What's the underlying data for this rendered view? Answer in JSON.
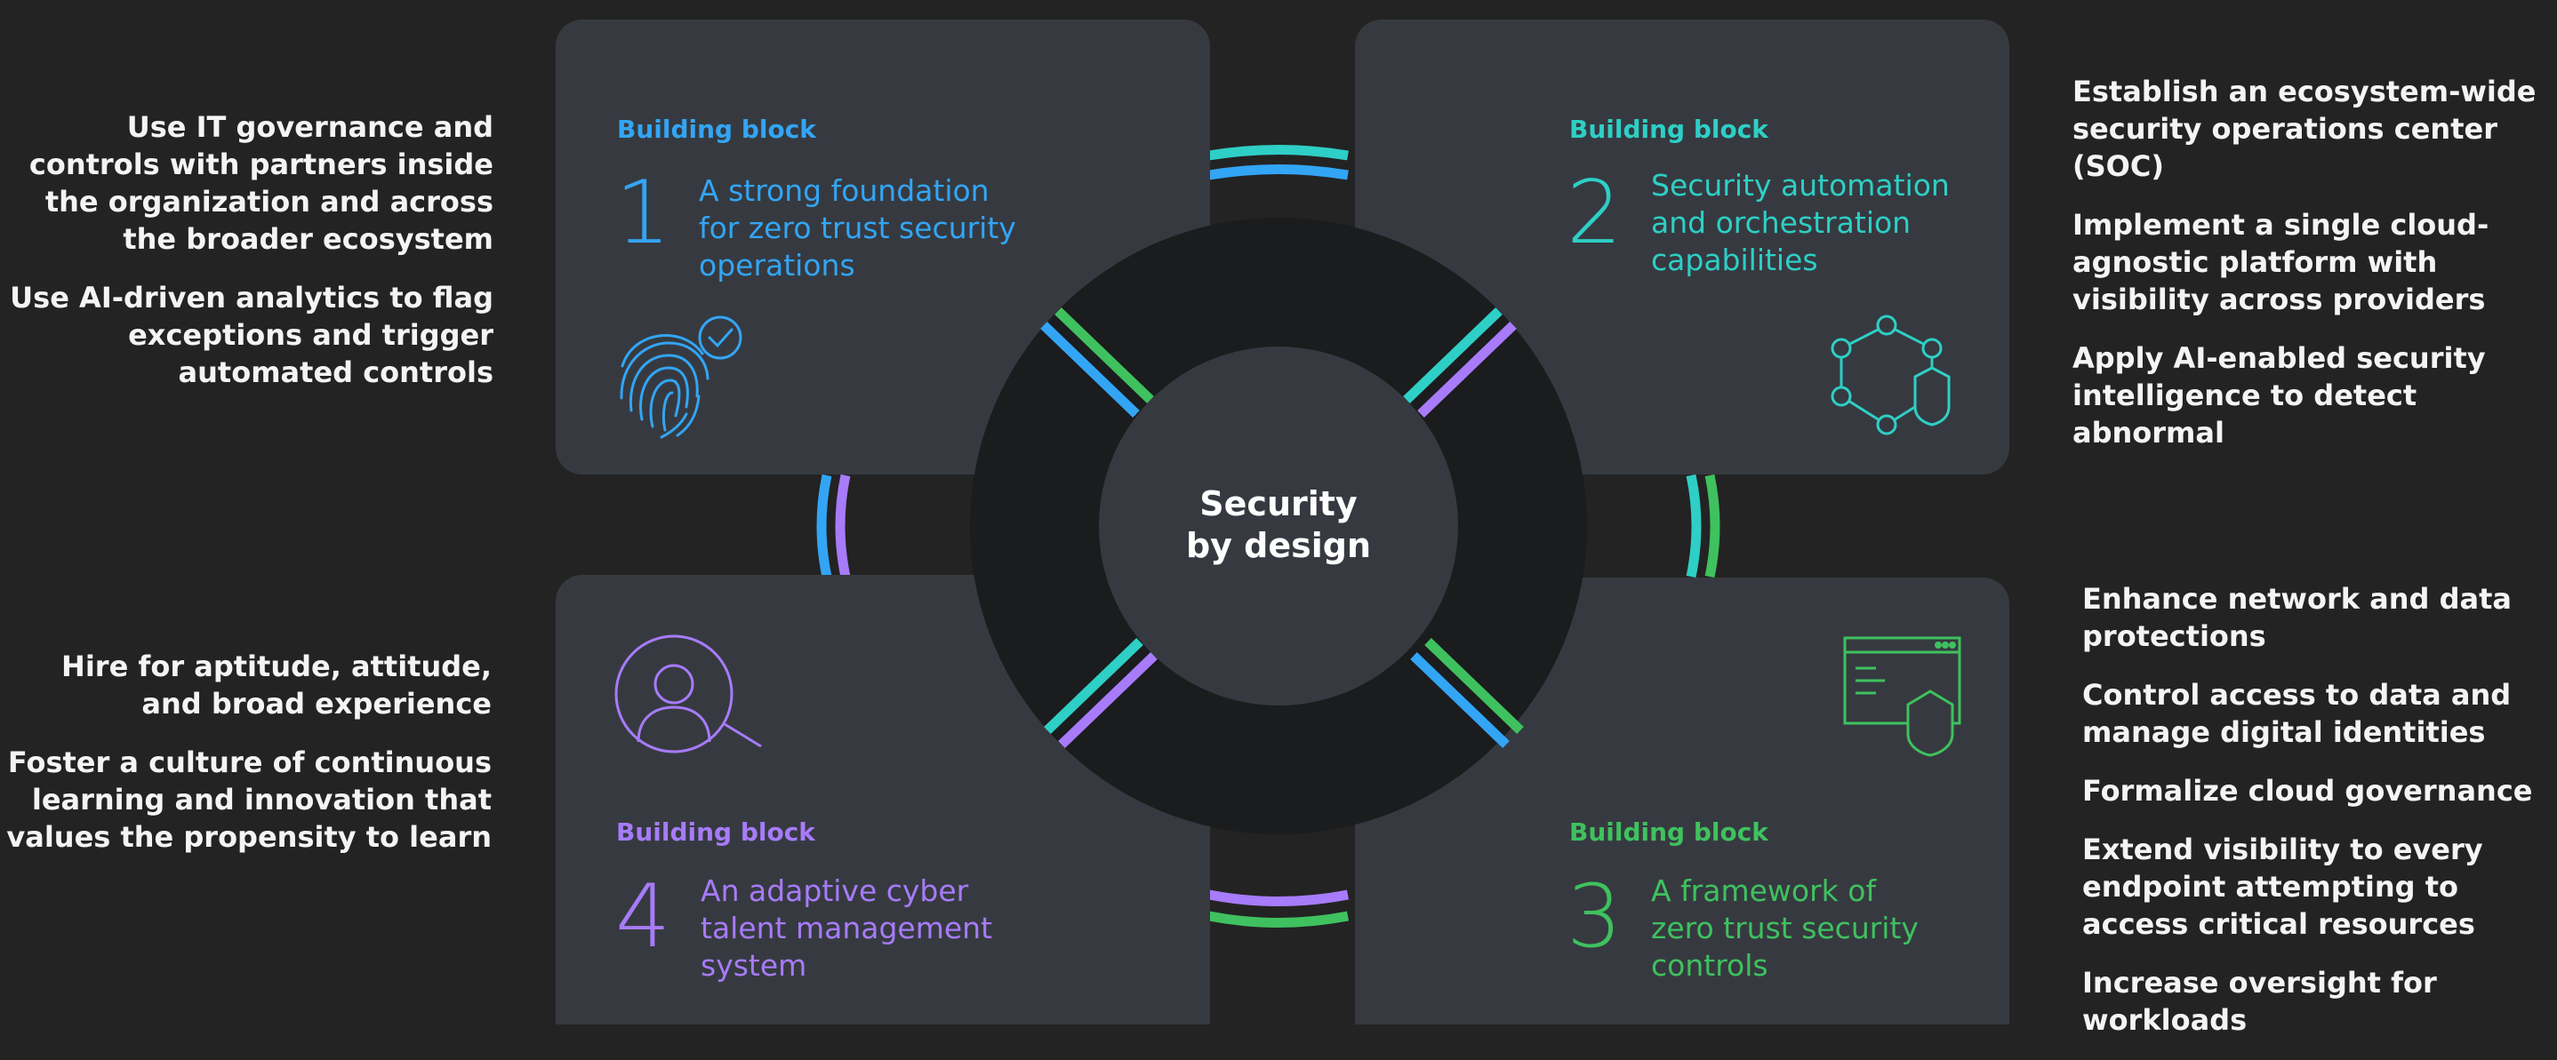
{
  "center": {
    "line1": "Security",
    "line2": "by design"
  },
  "colors": {
    "background": "#232323",
    "card": "#363a40",
    "ring": "#1b1c1e",
    "hub": "#363a40",
    "blue": "#33a5f5",
    "teal": "#2ecfc6",
    "green": "#3fc15f",
    "purple": "#a77bfa"
  },
  "blocks": [
    {
      "label": "Building block",
      "number": "1",
      "title_lines": [
        "A strong foundation",
        "for zero trust security",
        "operations"
      ],
      "color": "#33a5f5",
      "icon": "fingerprint-check-icon"
    },
    {
      "label": "Building block",
      "number": "2",
      "title_lines": [
        "Security automation",
        "and orchestration",
        "capabilities"
      ],
      "color": "#2ecfc6",
      "icon": "hexagon-network-shield-icon"
    },
    {
      "label": "Building block",
      "number": "3",
      "title_lines": [
        "A framework of",
        "zero trust security",
        "controls"
      ],
      "color": "#3fc15f",
      "icon": "browser-window-shield-icon"
    },
    {
      "label": "Building block",
      "number": "4",
      "title_lines": [
        "An adaptive cyber",
        "talent management",
        "system"
      ],
      "color": "#a77bfa",
      "icon": "user-search-icon"
    }
  ],
  "side_text": {
    "top_left": [
      "Use IT governance and controls with partners inside the organization and across the broader ecosystem",
      "Use AI-driven analytics to flag exceptions and trigger automated controls"
    ],
    "top_right": [
      "Establish an ecosystem-wide security operations center (SOC)",
      "Implement a single cloud-agnostic platform with visibility across providers",
      "Apply AI-enabled security intelligence to detect abnormal"
    ],
    "bottom_left": [
      "Hire for aptitude, attitude, and broad experience",
      "Foster a culture of continuous learning and innovation that values the propensity to learn"
    ],
    "bottom_right": [
      "Enhance network and data protections",
      "Control access to data and manage  digital identities",
      "Formalize cloud governance",
      "Extend visibility to every endpoint attempting to access critical resources",
      "Increase oversight for workloads"
    ]
  }
}
